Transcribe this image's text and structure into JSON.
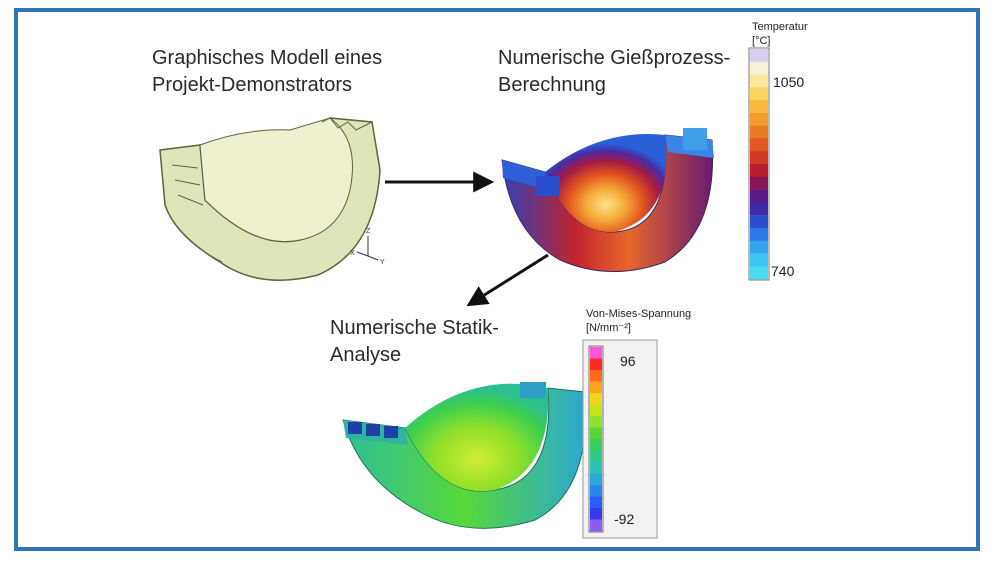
{
  "captions": {
    "model_line1": "Graphisches Modell eines",
    "model_line2": "Projekt-Demonstrators",
    "casting_line1": "Numerische Gießprozess-",
    "casting_line2": "Berechnung",
    "static_line1": "Numerische Statik-",
    "static_line2": "Analyse"
  },
  "axis_triad": {
    "z": "Z",
    "x": "X",
    "y": "Y"
  },
  "temperature_legend": {
    "title": "Temperatur",
    "unit": "[°C]",
    "max": "1050",
    "min": "740"
  },
  "stress_legend": {
    "title": "Von-Mises-Spannung",
    "unit": "[N/mm⁻²]",
    "max": "96",
    "min": "-92"
  },
  "colors": {
    "frame": "#2f74b5",
    "model_fill": "#dfe5b8",
    "model_edge": "#5e6340",
    "temperature_scale": [
      "#d9cff0",
      "#f5f2d8",
      "#fde79a",
      "#fbd45e",
      "#f8b93e",
      "#f39a2c",
      "#ec7a22",
      "#e35820",
      "#d23a24",
      "#b81f35",
      "#8a1455",
      "#5a1a8a",
      "#3b2ba8",
      "#2d4fcf",
      "#2b79e6",
      "#33a3ef",
      "#3ec4f2",
      "#45dcef"
    ],
    "stress_scale": [
      "#ff55dd",
      "#ff2a1f",
      "#ff6a1c",
      "#ffa11e",
      "#f2d41a",
      "#c6e41c",
      "#8fe02a",
      "#55d73a",
      "#38cf5a",
      "#2fc98a",
      "#2bc3b5",
      "#2aa9d7",
      "#2a86ec",
      "#2a5ef5",
      "#3a39f0",
      "#8a5cf2"
    ]
  }
}
